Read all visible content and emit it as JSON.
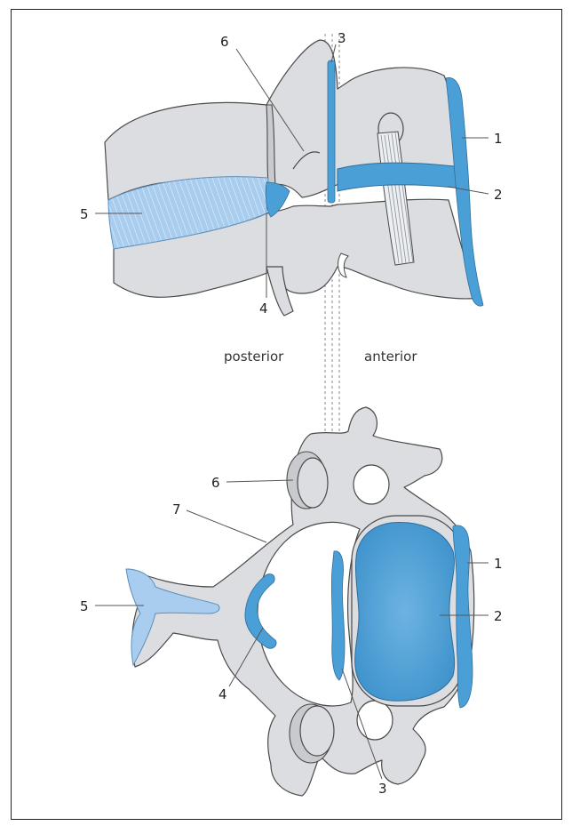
{
  "labels": {
    "l1_top": "1",
    "l2_top": "2",
    "l3_top": "3",
    "l4_top": "4",
    "l5_top": "5",
    "l6_top": "6",
    "l1_bot": "1",
    "l2_bot": "2",
    "l3_bot": "3",
    "l4_bot": "4",
    "l5_bot": "5",
    "l6_bot": "6",
    "l7_bot": "7"
  },
  "orientation": {
    "posterior": "posterior",
    "anterior": "anterior"
  },
  "colors": {
    "ligament": "#4a9fd6",
    "bone": "#dcdde0",
    "disc_light": "#a9cdee"
  }
}
